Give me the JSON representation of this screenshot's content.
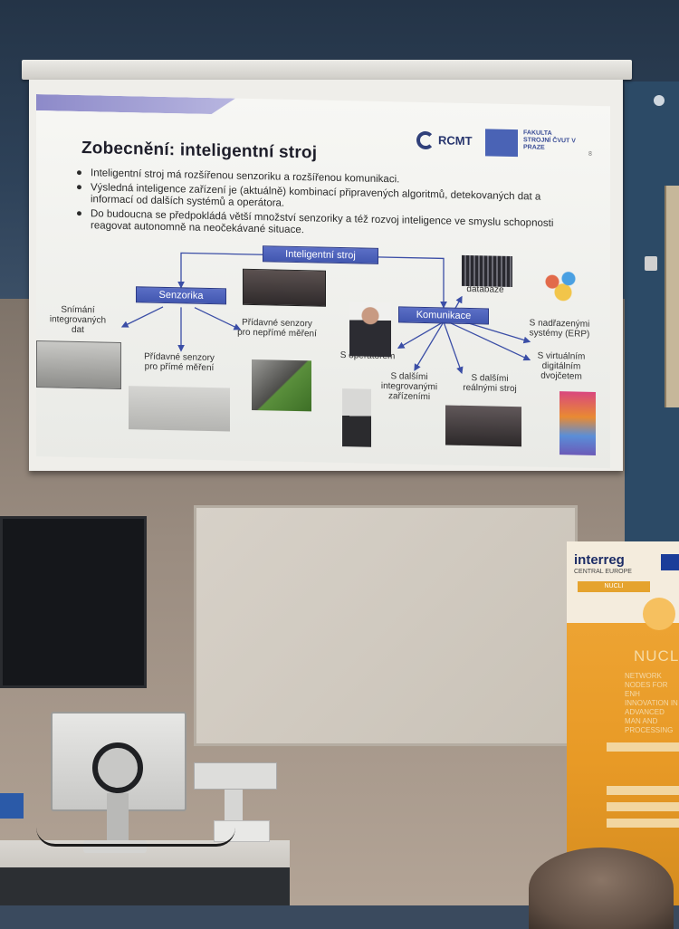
{
  "slide": {
    "title": "Zobecnění: inteligentní stroj",
    "logo_rcmt": "RCMT",
    "logo_faculty": "FAKULTA STROJNÍ ČVUT V PRAZE",
    "slide_number": "8",
    "bullets": [
      "Inteligentní stroj má rozšířenou senzoriku a rozšířenou komunikaci.",
      "Výsledná inteligence zařízení je (aktuálně) kombinací připravených algoritmů, detekovaných dat a informací od dalších systémů a operátora.",
      "Do budoucna se předpokládá větší množství senzoriky a též rozvoj inteligence ve smyslu schopnosti reagovat autonomně na neočekávané situace."
    ],
    "bullet_symbol": "●",
    "diagram": {
      "root": "Inteligentní stroj",
      "senzorika": "Senzorika",
      "komunikace": "Komunikace",
      "sensor_children": [
        "Snímání integrovaných dat",
        "Přídavné senzory pro přímé měření",
        "Přídavné senzory pro nepřímé měření"
      ],
      "comm_children": [
        "databáze",
        "S nadřazenými systémy (ERP)",
        "S virtuálním digitálním dvojčetem",
        "S dalšími reálnými stroj",
        "S dalšími integrovanými zařízeními",
        "S operátorem"
      ]
    }
  },
  "banner": {
    "brand": "interreg",
    "region": "CENTRAL EUROPE",
    "tag": "NUCLI",
    "title": "NUCL",
    "text": "NETWORK NODES FOR ENH INNOVATION IN ADVANCED MAN AND PROCESSING"
  },
  "colors": {
    "node_fill": "#4a5fb8",
    "arrow": "#3b4ea6",
    "banner_orange": "#e89a26"
  }
}
